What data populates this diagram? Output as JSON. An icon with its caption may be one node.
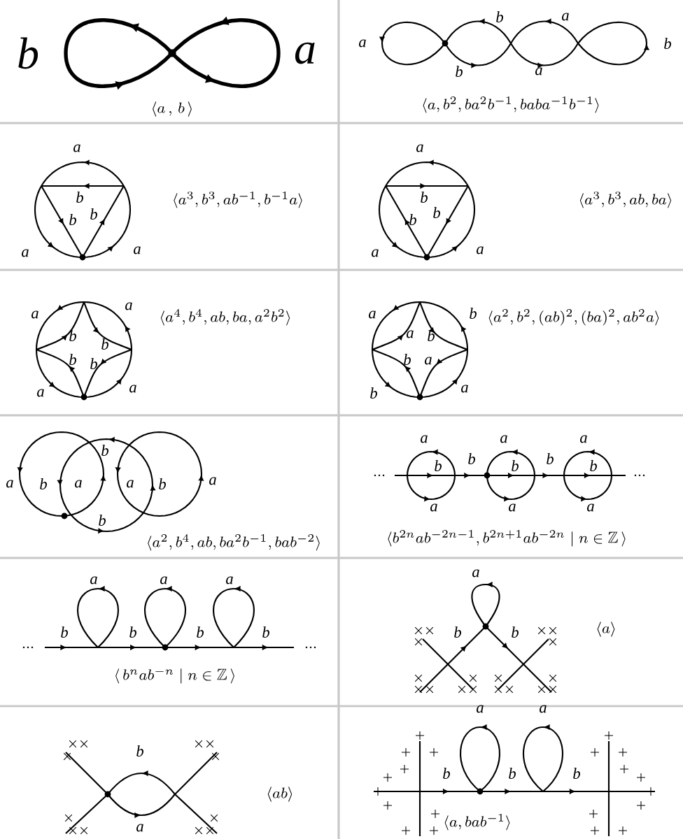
{
  "diagram": {
    "nodes": [
      {
        "text": [
          "\\langle a\\,,\\, b\\,\\rangle"
        ]
      },
      {
        "text": [
          "\\langle a, b^2, ba^2b^{-1}, baba^{-1}b^{-1}\\rangle"
        ]
      },
      {
        "text": [
          "\\langle a^3, b^3, ab^{-1}, b^{-1}a\\rangle"
        ]
      },
      {
        "text": [
          "\\langle a^3, b^3, ab, ba\\rangle"
        ]
      },
      {
        "text": [
          "\\langle a^4, b^4, ab, ba, a^2b^2\\rangle"
        ]
      },
      {
        "text": [
          "\\langle a^2, b^2, (ab)^2, (ba)^2, ab^2a\\rangle"
        ]
      },
      {
        "text": [
          "\\langle a^2, b^4, ab, ba^2b^{-1}, bab^{-2}\\rangle"
        ]
      },
      {
        "text": [
          "\\langle b^{2n}ab^{-2n-1}, b^{2n+1}ab^{-2n} \\mid n\\in\\mathbb{Z}\\,\\rangle"
        ]
      },
      {
        "text": [
          "\\langle\\, b^nab^{-n} \\mid n\\in\\mathbb{Z}\\,\\rangle"
        ]
      },
      {
        "text": [
          "\\langle a\\rangle"
        ]
      },
      {
        "text": [
          "\\langle ab\\rangle"
        ]
      },
      {
        "text": [
          "\\langle a, bab^{-1}\\rangle"
        ]
      }
    ],
    "labels": [
      "b",
      "a",
      "b",
      "a",
      "a",
      "b",
      "b",
      "a",
      "a",
      "b",
      "b",
      "b",
      "a",
      "a",
      "a",
      "b",
      "b",
      "b",
      "a",
      "a",
      "a",
      "a",
      "b",
      "b",
      "b",
      "b",
      "a",
      "a",
      "a",
      "b",
      "a",
      "b",
      "b",
      "a",
      "a",
      "b",
      "b",
      "a",
      "b",
      "a",
      "a",
      "b",
      "a",
      "b",
      "a",
      "a",
      "a",
      "b",
      "b",
      "b",
      "b",
      "b",
      "a",
      "a",
      "a",
      "a",
      "a",
      "a",
      "b",
      "b",
      "b",
      "b",
      "a",
      "b",
      "b",
      "b",
      "a",
      "a",
      "a",
      "b",
      "b",
      "b"
    ]
  }
}
